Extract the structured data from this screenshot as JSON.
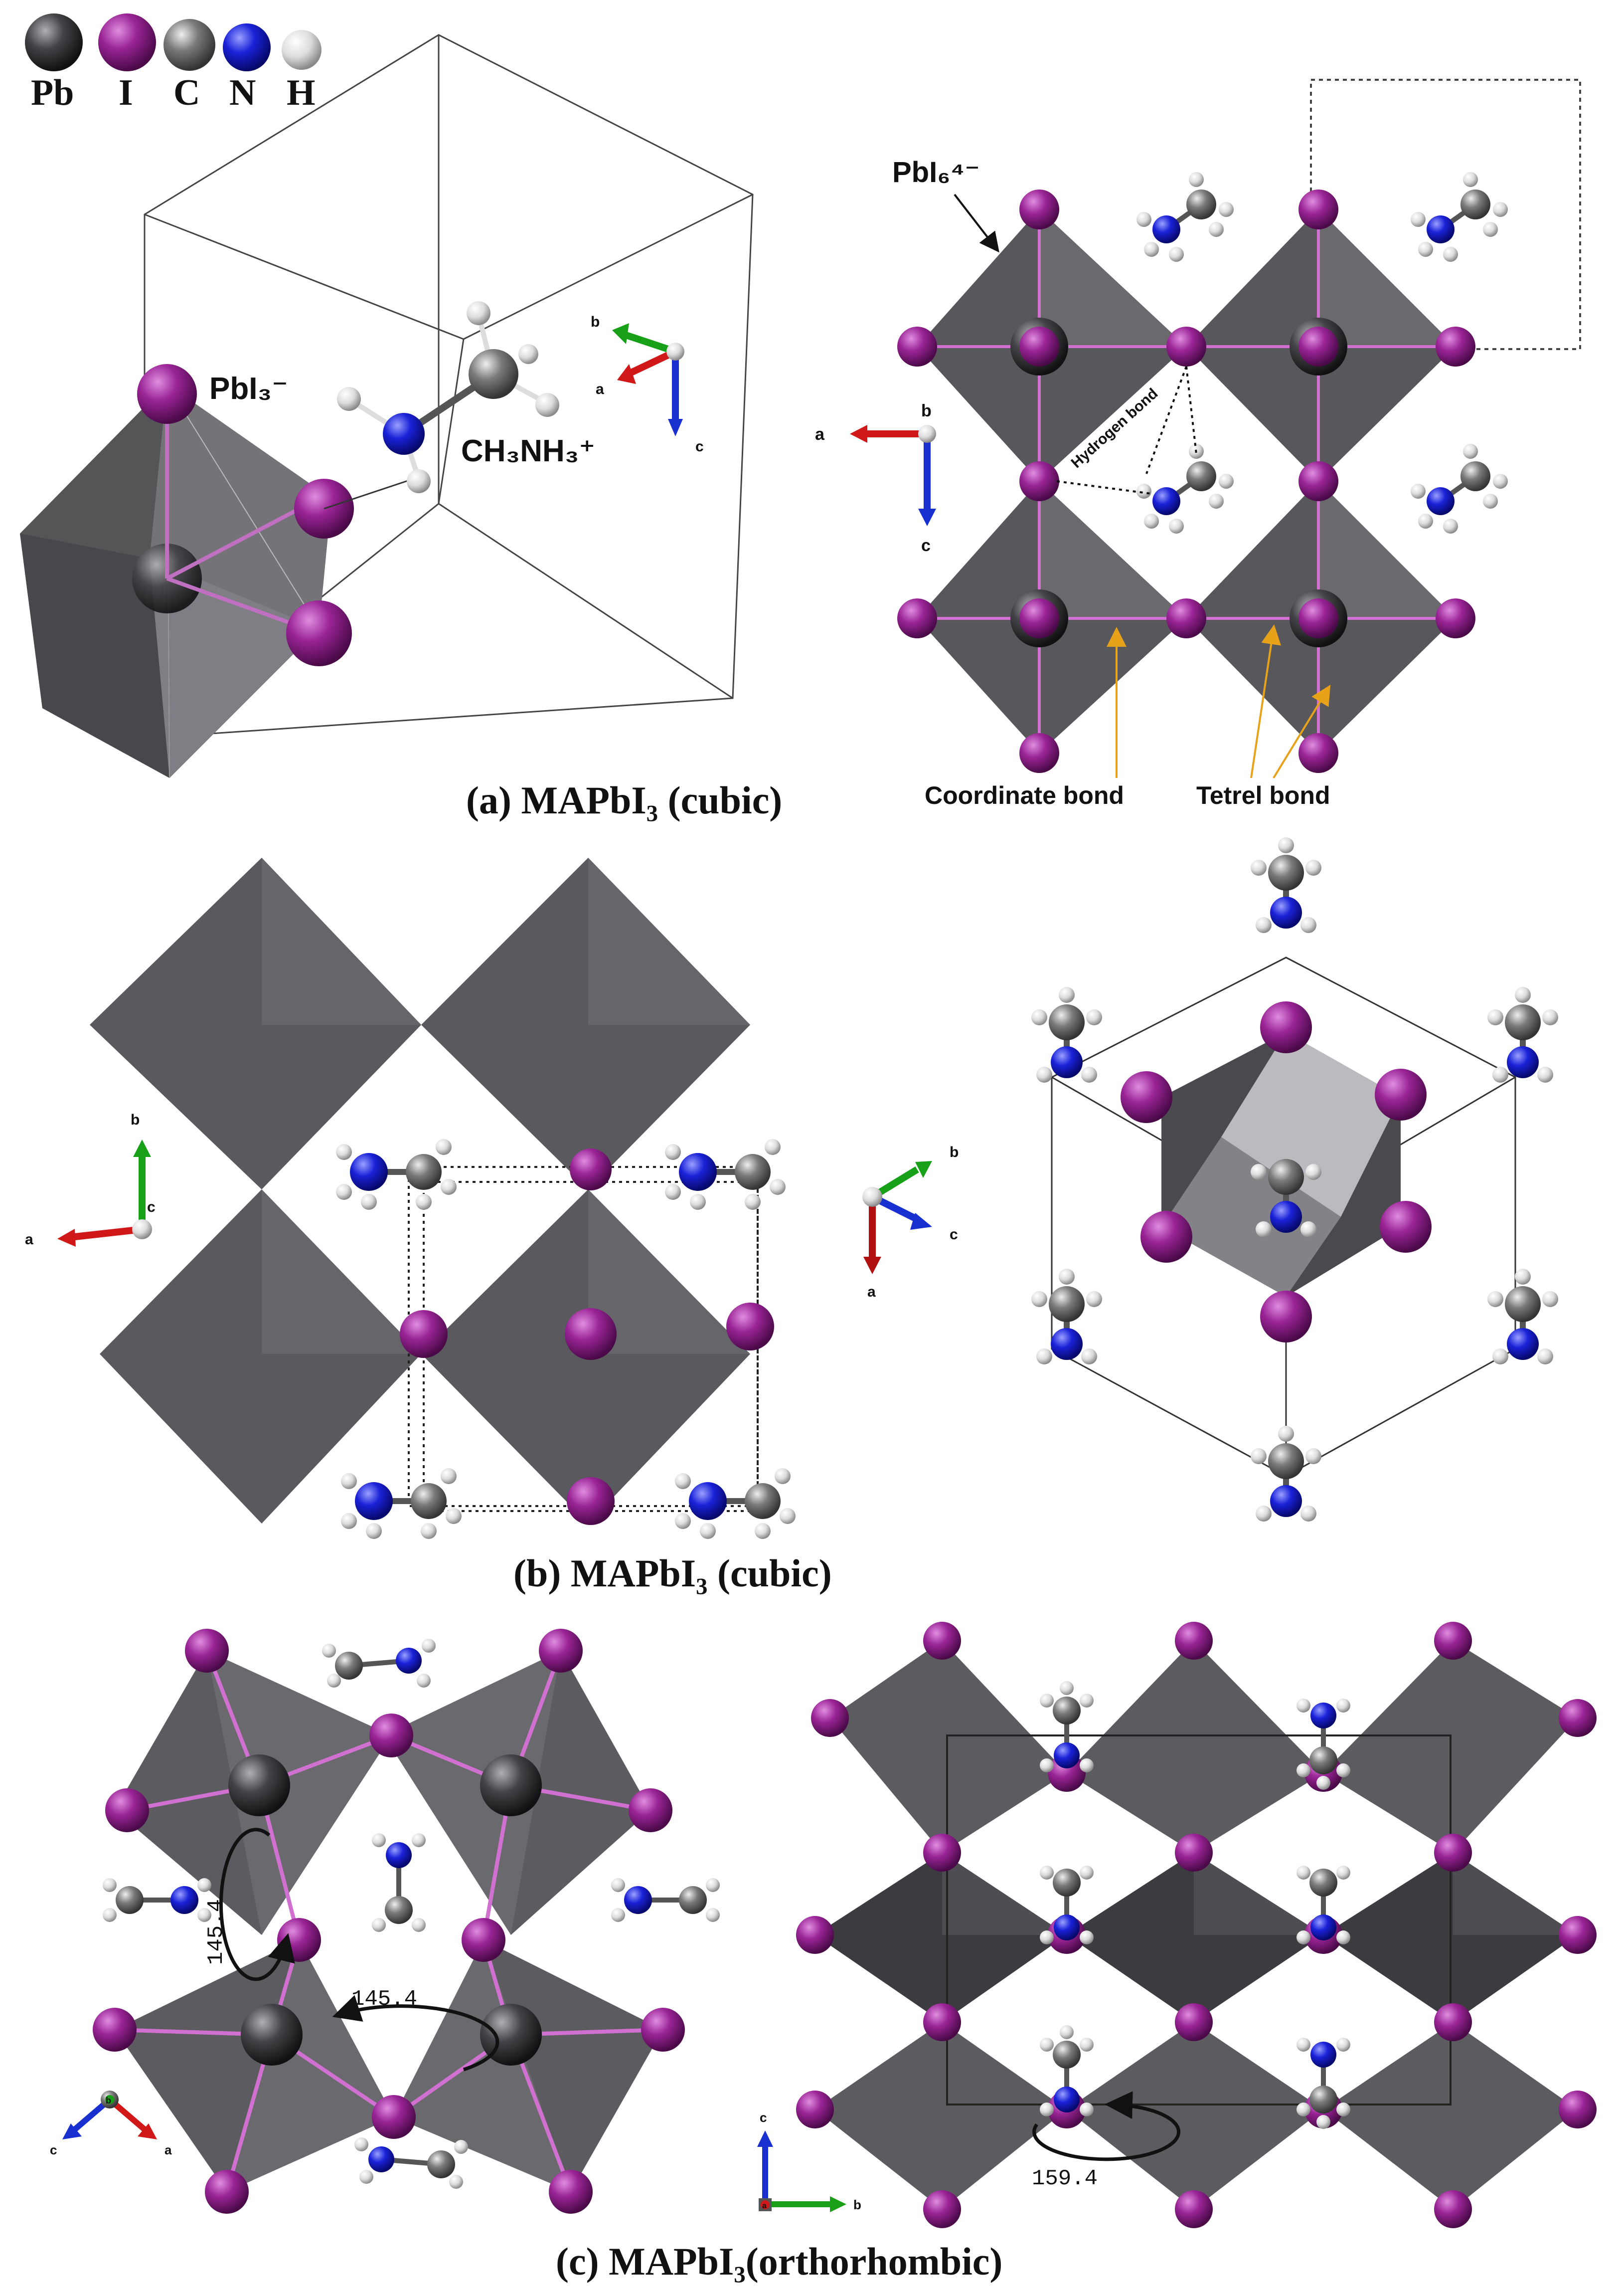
{
  "legend": {
    "items": [
      {
        "symbol": "Pb",
        "color": "#3a3a3c"
      },
      {
        "symbol": "I",
        "color": "#8e1f8a"
      },
      {
        "symbol": "C",
        "color": "#7a7a7a"
      },
      {
        "symbol": "N",
        "color": "#1a1fd0"
      },
      {
        "symbol": "H",
        "color": "#dcdcdc"
      }
    ]
  },
  "panel_a": {
    "caption": "(a) MAPbI₃ (cubic)",
    "pbi3_label": "PbI₃⁻",
    "ch3nh3_label": "CH₃NH₃⁺",
    "pbi6_label": "PbI₆⁴⁻",
    "hydrogen_bond_label": "Hydrogen bond",
    "coordinate_bond_label": "Coordinate bond",
    "tetrel_bond_label": "Tetrel bond",
    "axes_left": {
      "a": "a",
      "b": "b",
      "c": "c"
    },
    "axes_right": {
      "a": "a",
      "b": "b",
      "c": "c"
    }
  },
  "panel_b": {
    "caption": "(b) MAPbI₃ (cubic)",
    "axes_left": {
      "a": "a",
      "b": "b",
      "c": "c"
    },
    "axes_right": {
      "a": "a",
      "b": "b",
      "c": "c"
    }
  },
  "panel_c": {
    "caption": "(c) MAPbI₃(orthorhombic)",
    "angle_left_vertical": "145.4",
    "angle_left_horizontal": "145.4",
    "angle_right": "159.4",
    "axes_left": {
      "a": "a",
      "b": "b",
      "c": "c"
    },
    "axes_right": {
      "a": "a",
      "b": "b",
      "c": "c"
    }
  },
  "colors": {
    "octahedron": "#58585c",
    "octahedron_light": "#9a9aa0",
    "iodine": "#8e1f8a",
    "lead": "#3a3a3c",
    "carbon": "#7a7a7a",
    "nitrogen": "#1a1fd0",
    "hydrogen": "#dcdcdc",
    "tetrel_arrow": "#e8a21a",
    "axis_a": "#d01818",
    "axis_b": "#18a018",
    "axis_c": "#1830d0"
  }
}
